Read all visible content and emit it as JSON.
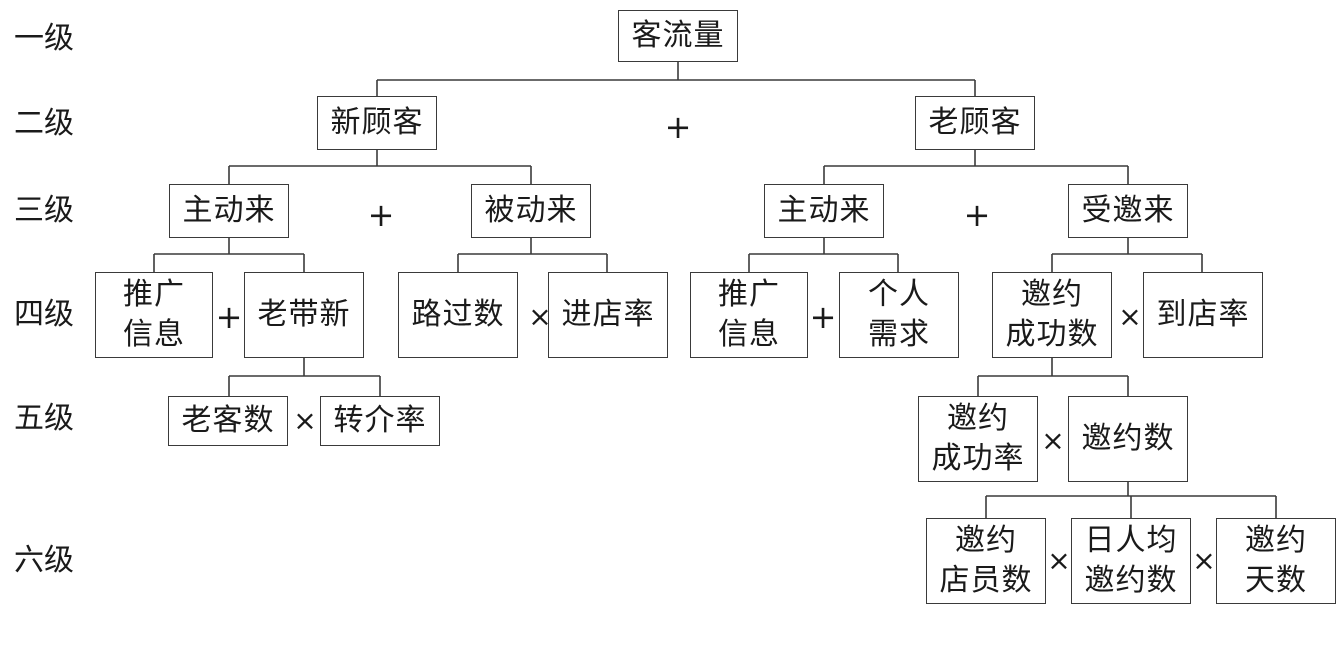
{
  "levels": {
    "l1": "一级",
    "l2": "二级",
    "l3": "三级",
    "l4": "四级",
    "l5": "五级",
    "l6": "六级"
  },
  "nodes": {
    "root": "客流量",
    "new_customer": "新顾客",
    "old_customer": "老顾客",
    "new_active": "主动来",
    "new_passive": "被动来",
    "old_active": "主动来",
    "old_invited": "受邀来",
    "promo_info_1": "推广\n信息",
    "old_brings_new": "老带新",
    "passers_by": "路过数",
    "entry_rate": "进店率",
    "promo_info_2": "推广\n信息",
    "personal_needs": "个人\n需求",
    "invite_success_count": "邀约\n成功数",
    "arrival_rate": "到店率",
    "old_customer_count": "老客数",
    "referral_rate": "转介率",
    "invite_success_rate": "邀约\n成功率",
    "invite_count": "邀约数",
    "inviting_staff": "邀约\n店员数",
    "daily_invites_per_person": "日人均\n邀约数",
    "invite_days": "邀约\n天数"
  },
  "operators": {
    "plus": "+",
    "times": "×"
  }
}
